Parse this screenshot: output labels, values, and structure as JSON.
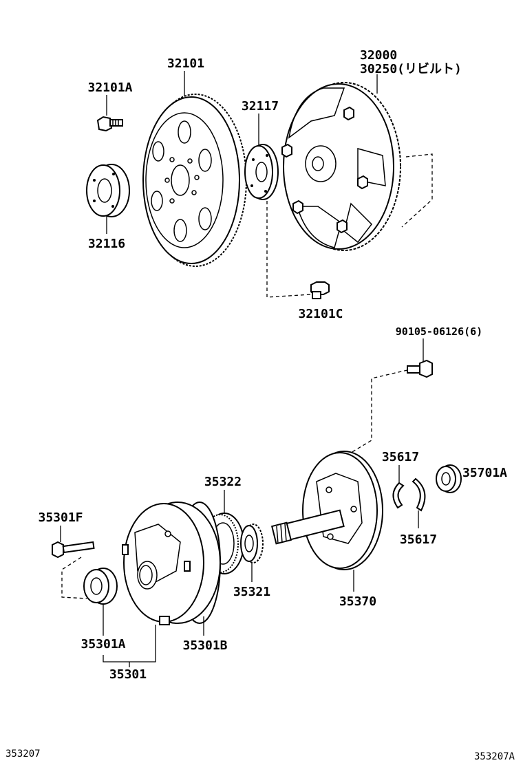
{
  "labels": {
    "p32101": "32101",
    "p32101A": "32101A",
    "p32116": "32116",
    "p32117": "32117",
    "p32000": "32000",
    "p30250": "30250(リビルト)",
    "p32101C": "32101C",
    "p90105": "90105-06126(6)",
    "p35617_top": "35617",
    "p35701A": "35701A",
    "p35617_bottom": "35617",
    "p35322": "35322",
    "p35301F": "35301F",
    "p35321": "35321",
    "p35370": "35370",
    "p35301A": "35301A",
    "p35301B": "35301B",
    "p35301": "35301"
  },
  "footer": {
    "left_code": "353207",
    "right_code": "353207A"
  }
}
